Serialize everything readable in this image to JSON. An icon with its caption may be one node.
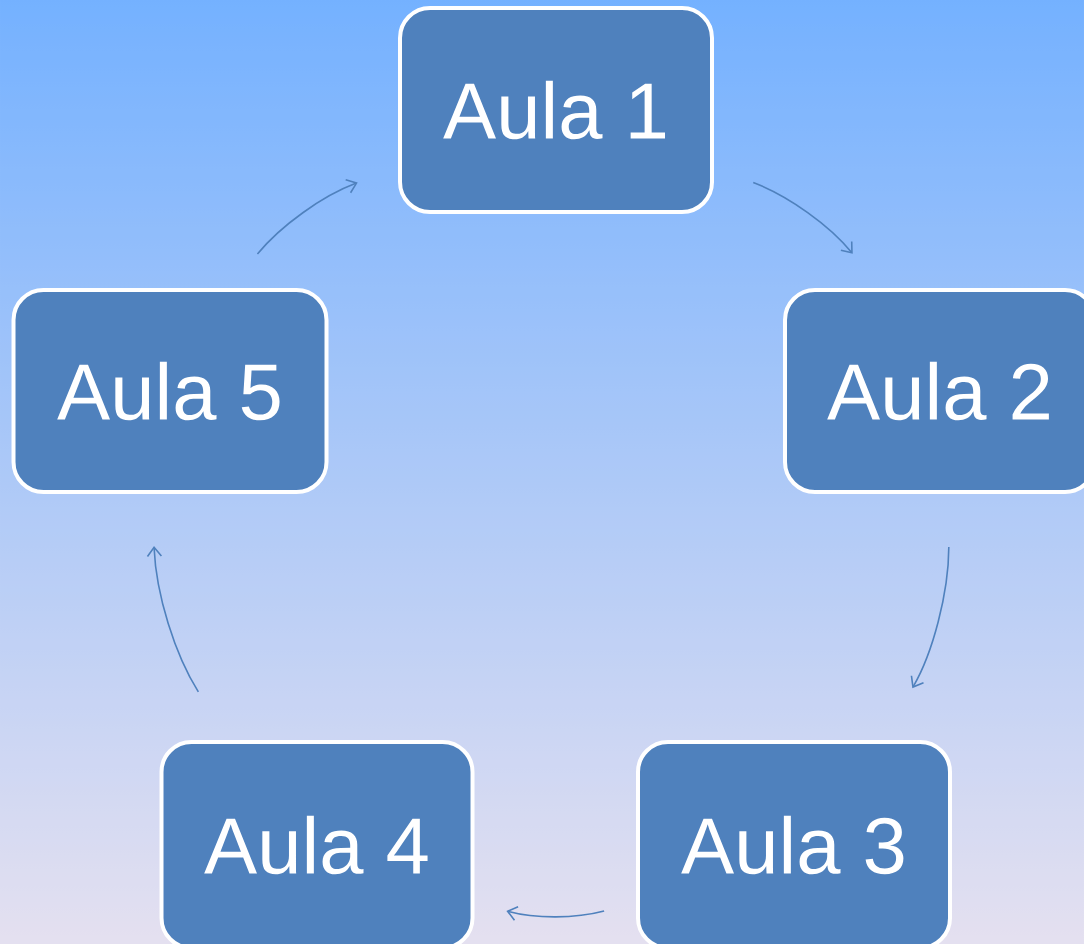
{
  "diagram": {
    "nodes": [
      {
        "text": [
          "Aula 1"
        ]
      },
      {
        "text": [
          "Aula 2"
        ]
      },
      {
        "text": [
          "Aula 3"
        ]
      },
      {
        "text": [
          "Aula 4"
        ]
      },
      {
        "text": [
          "Aula 5"
        ]
      }
    ],
    "edges": [
      {
        "from": 0,
        "to": 1,
        "arrow": "to"
      },
      {
        "from": 1,
        "to": 2,
        "arrow": "to"
      },
      {
        "from": 2,
        "to": 3,
        "arrow": "to"
      },
      {
        "from": 3,
        "to": 4,
        "arrow": "to"
      },
      {
        "from": 4,
        "to": 0,
        "arrow": "to"
      }
    ]
  }
}
